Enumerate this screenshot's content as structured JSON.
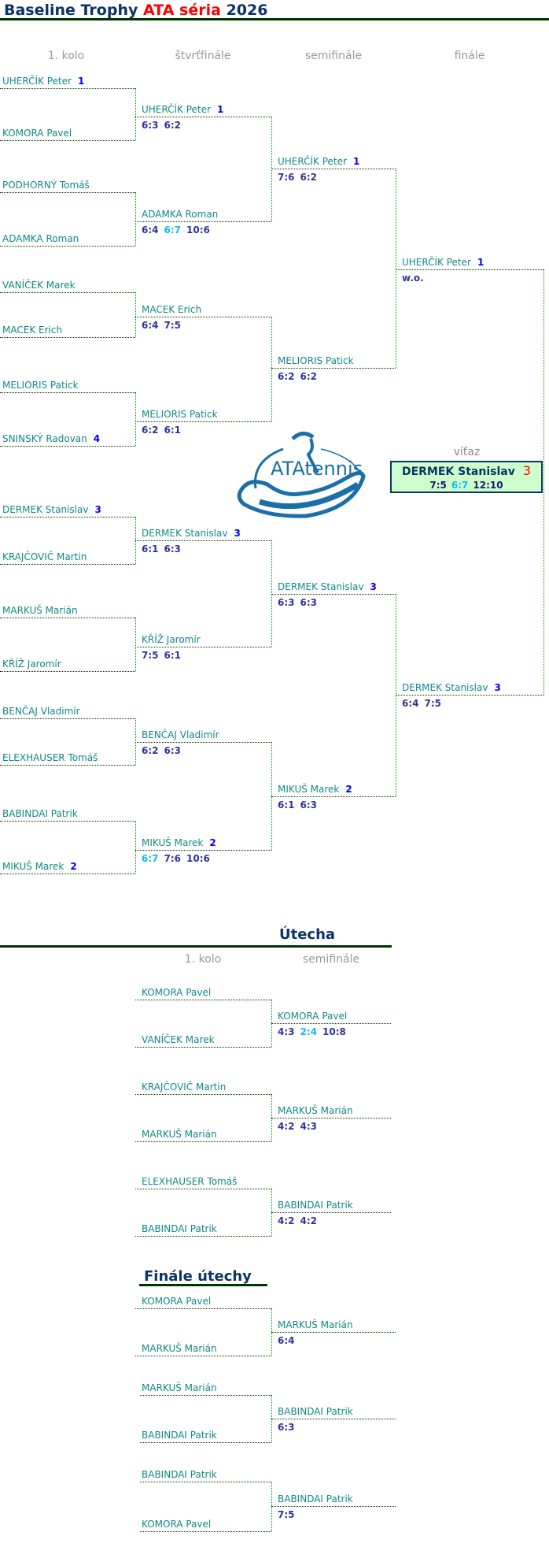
{
  "title": {
    "part1": "Baseline Trophy",
    "part2": "ATA séria",
    "part3": "2026"
  },
  "main": {
    "headers": [
      "1. kolo",
      "štvrťfinále",
      "semifinále",
      "finále"
    ],
    "rounds": [
      [
        {
          "name": "UHERČÍK Peter",
          "seed": "1"
        },
        {
          "name": "KOMORA Pavel"
        },
        {
          "name": "PODHORNÝ Tomáš"
        },
        {
          "name": "ADAMKA Roman"
        },
        {
          "name": "VANÍČEK Marek"
        },
        {
          "name": "MACEK Erich"
        },
        {
          "name": "MELIORIS Patick"
        },
        {
          "name": "SNINSKÝ Radovan",
          "seed": "4"
        },
        {
          "name": "DERMEK Stanislav",
          "seed": "3"
        },
        {
          "name": "KRAJČOVIČ Martin"
        },
        {
          "name": "MARKUŠ Marián"
        },
        {
          "name": "KŘÍŽ Jaromír"
        },
        {
          "name": "BENČAJ Vladimír"
        },
        {
          "name": "ELEXHAUSER Tomáš"
        },
        {
          "name": "BABINDAI Patrik"
        },
        {
          "name": "MIKUŠ Marek",
          "seed": "2"
        }
      ],
      [
        {
          "name": "UHERČÍK Peter",
          "seed": "1",
          "sets": [
            {
              "s": "6:3"
            },
            {
              "s": "6:2"
            }
          ]
        },
        {
          "name": "ADAMKA Roman",
          "sets": [
            {
              "s": "6:4"
            },
            {
              "s": "6:7",
              "lost": true
            },
            {
              "s": "10:6"
            }
          ]
        },
        {
          "name": "MACEK Erich",
          "sets": [
            {
              "s": "6:4"
            },
            {
              "s": "7:5"
            }
          ]
        },
        {
          "name": "MELIORIS Patick",
          "sets": [
            {
              "s": "6:2"
            },
            {
              "s": "6:1"
            }
          ]
        },
        {
          "name": "DERMEK Stanislav",
          "seed": "3",
          "sets": [
            {
              "s": "6:1"
            },
            {
              "s": "6:3"
            }
          ]
        },
        {
          "name": "KŘÍŽ Jaromír",
          "sets": [
            {
              "s": "7:5"
            },
            {
              "s": "6:1"
            }
          ]
        },
        {
          "name": "BENČAJ Vladimír",
          "sets": [
            {
              "s": "6:2"
            },
            {
              "s": "6:3"
            }
          ]
        },
        {
          "name": "MIKUŠ Marek",
          "seed": "2",
          "sets": [
            {
              "s": "6:7",
              "lost": true
            },
            {
              "s": "7:6"
            },
            {
              "s": "10:6"
            }
          ]
        }
      ],
      [
        {
          "name": "UHERČÍK Peter",
          "seed": "1",
          "sets": [
            {
              "s": "7:6"
            },
            {
              "s": "6:2"
            }
          ]
        },
        {
          "name": "MELIORIS Patick",
          "sets": [
            {
              "s": "6:2"
            },
            {
              "s": "6:2"
            }
          ]
        },
        {
          "name": "DERMEK Stanislav",
          "seed": "3",
          "sets": [
            {
              "s": "6:3"
            },
            {
              "s": "6:3"
            }
          ]
        },
        {
          "name": "MIKUŠ Marek",
          "seed": "2",
          "sets": [
            {
              "s": "6:1"
            },
            {
              "s": "6:3"
            }
          ]
        }
      ],
      [
        {
          "name": "UHERČÍK Peter",
          "seed": "1",
          "sets": [
            {
              "s": "w.o."
            }
          ]
        },
        {
          "name": "DERMEK Stanislav",
          "seed": "3",
          "sets": [
            {
              "s": "6:4"
            },
            {
              "s": "7:5"
            }
          ]
        }
      ]
    ],
    "winner": {
      "label": "víťaz",
      "name": "DERMEK Stanislav",
      "seed": "3",
      "sets": [
        {
          "s": "7:5"
        },
        {
          "s": "6:7",
          "lost": true
        },
        {
          "s": "12:10"
        }
      ]
    },
    "logo_text": "ATAtennis"
  },
  "consolation": {
    "title": "Útecha",
    "headers": [
      "1. kolo",
      "semifinále"
    ],
    "rounds": [
      [
        {
          "name": "KOMORA Pavel"
        },
        {
          "name": "VANÍČEK Marek"
        },
        {
          "name": "KRAJČOVIČ Martin"
        },
        {
          "name": "MARKUŠ Marián"
        },
        {
          "name": "ELEXHAUSER Tomáš"
        },
        {
          "name": "BABINDAI Patrik"
        }
      ],
      [
        {
          "name": "KOMORA Pavel",
          "sets": [
            {
              "s": "4:3"
            },
            {
              "s": "2:4",
              "lost": true
            },
            {
              "s": "10:8"
            }
          ]
        },
        {
          "name": "MARKUŠ Marián",
          "sets": [
            {
              "s": "4:2"
            },
            {
              "s": "4:3"
            }
          ]
        },
        {
          "name": "BABINDAI Patrik",
          "sets": [
            {
              "s": "4:2"
            },
            {
              "s": "4:2"
            }
          ]
        }
      ]
    ]
  },
  "consolation_final": {
    "title": "Finále útechy",
    "rounds": [
      [
        {
          "name": "KOMORA Pavel"
        },
        {
          "name": "MARKUŠ Marián"
        },
        {
          "name": "MARKUŠ Marián"
        },
        {
          "name": "BABINDAI Patrik"
        },
        {
          "name": "BABINDAI Patrik"
        },
        {
          "name": "KOMORA Pavel"
        }
      ],
      [
        {
          "name": "MARKUŠ Marián",
          "sets": [
            {
              "s": "6:4"
            }
          ]
        },
        {
          "name": "BABINDAI Patrik",
          "sets": [
            {
              "s": "6:3"
            }
          ]
        },
        {
          "name": "BABINDAI Patrik",
          "sets": [
            {
              "s": "7:5"
            }
          ]
        }
      ]
    ]
  },
  "colors": {
    "title": "#0b3466",
    "accent": "#ff0000",
    "name": "#118888",
    "seed": "#0000ff",
    "score": "#333399",
    "lost_set": "#11bbee",
    "winner_bg": "#ccffcc"
  }
}
